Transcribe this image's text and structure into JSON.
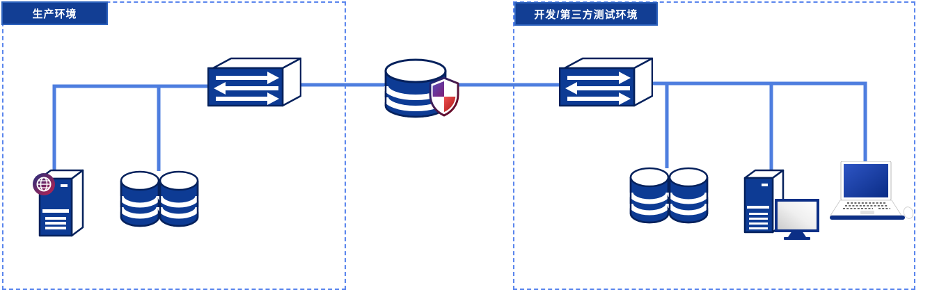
{
  "colors": {
    "icon-blue": "#0D3B94",
    "outline-navy": "#05215C",
    "line-blue": "#4E7EDF",
    "dash-blue": "#5B86ED",
    "label-bg": "#123E94",
    "label-border": "#2E63BE",
    "monitor-navy": "#0C2F86"
  },
  "zones": [
    {
      "id": "production",
      "label": "生产环境"
    },
    {
      "id": "dev-third-party-test",
      "label": "开发/第三方测试环境"
    }
  ],
  "nodes": {
    "production": [
      "network-switch",
      "web-server-with-globe-badge",
      "database-cluster"
    ],
    "center": [
      "database-with-security-shield"
    ],
    "dev_third_party_test": [
      "network-switch",
      "database-cluster",
      "workstation-with-monitor",
      "laptop-with-mouse"
    ]
  }
}
